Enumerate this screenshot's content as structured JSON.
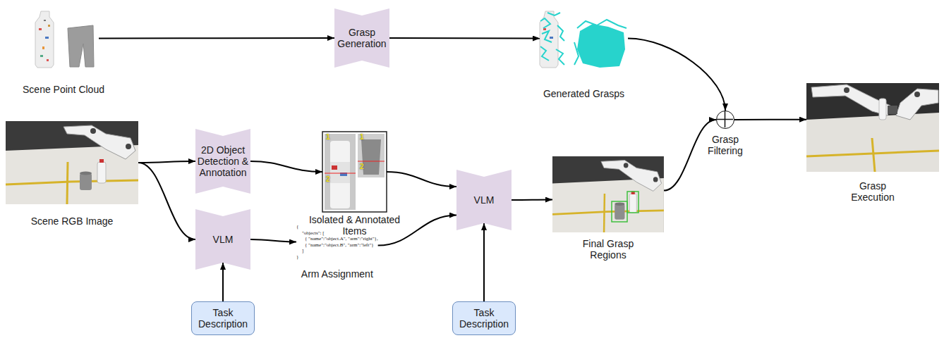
{
  "diagram": {
    "nodes": [
      {
        "text": [
          "Scene Point Cloud"
        ]
      },
      {
        "text": [
          "Grasp Generation"
        ]
      },
      {
        "text": [
          "Generated Grasps"
        ]
      },
      {
        "text": [
          "Scene RGB Image"
        ]
      },
      {
        "text": [
          "2D Object Detection & Annotation"
        ]
      },
      {
        "text": [
          "Isolated & Annotated Items"
        ]
      },
      {
        "text": [
          "VLM"
        ]
      },
      {
        "text": [
          "{",
          "\"objects\": [",
          "{ \"name\":\"object.A\", \"arm\":\"right\"},",
          "{ \"name\":\"object.B\", \"arm\":\"left\"}",
          "]",
          "}",
          "Arm Assignment"
        ]
      },
      {
        "text": [
          "Task Description"
        ]
      },
      {
        "text": [
          "VLM"
        ]
      },
      {
        "text": [
          "Final Grasp Regions"
        ]
      },
      {
        "text": [
          "Grasp Filtering"
        ]
      },
      {
        "text": [
          "Task Description"
        ]
      },
      {
        "text": [
          "Grasp Execution"
        ]
      }
    ],
    "edges": [
      {
        "from": 0,
        "to": 1,
        "arrow": "to"
      },
      {
        "from": 1,
        "to": 2,
        "arrow": "to"
      },
      {
        "from": 2,
        "to": 11,
        "arrow": "to"
      },
      {
        "from": 3,
        "to": 4,
        "arrow": "to"
      },
      {
        "from": 3,
        "to": 6,
        "arrow": "to"
      },
      {
        "from": 4,
        "to": 5,
        "arrow": "to"
      },
      {
        "from": 6,
        "to": 7,
        "arrow": "to"
      },
      {
        "from": 8,
        "to": 6,
        "arrow": "to"
      },
      {
        "from": 5,
        "to": 9,
        "arrow": "to"
      },
      {
        "from": 7,
        "to": 9,
        "arrow": "to"
      },
      {
        "from": 12,
        "to": 9,
        "arrow": "to"
      },
      {
        "from": 9,
        "to": 10,
        "arrow": "to"
      },
      {
        "from": 10,
        "to": 11,
        "arrow": "to"
      },
      {
        "from": 11,
        "to": 13,
        "arrow": "to"
      }
    ],
    "labels": [
      "1",
      "2",
      "1",
      "2"
    ]
  }
}
